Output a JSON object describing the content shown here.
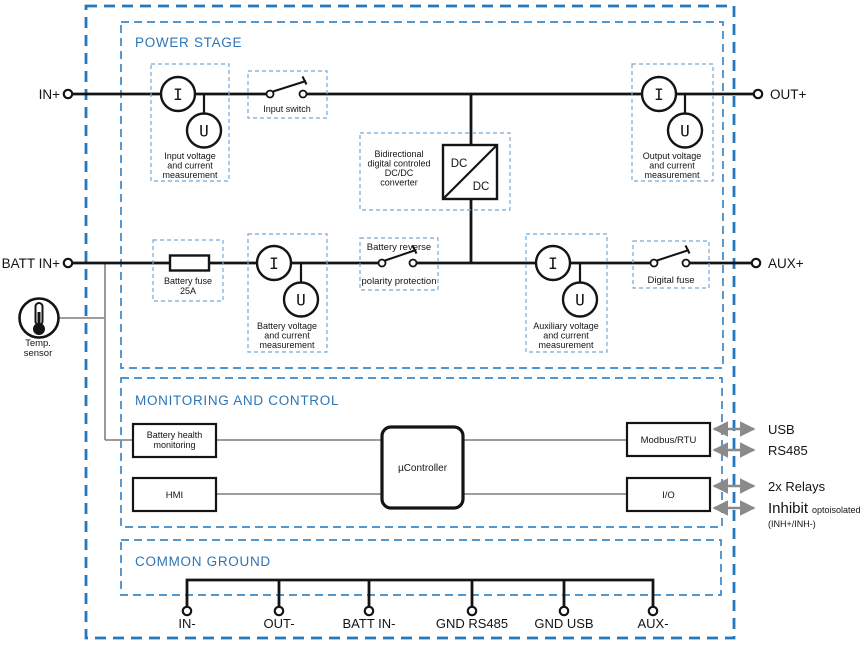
{
  "sections": {
    "power_stage": "POWER STAGE",
    "monitoring": "MONITORING AND CONTROL",
    "common_ground": "COMMON GROUND"
  },
  "terminals": {
    "in_plus": "IN+",
    "out_plus": "OUT+",
    "batt_in_plus": "BATT IN+",
    "aux_plus": "AUX+",
    "ground": [
      "IN-",
      "OUT-",
      "BATT IN-",
      "GND RS485",
      "GND USB",
      "AUX-"
    ]
  },
  "meters": {
    "current_symbol": "I",
    "voltage_symbol": "U",
    "input": [
      "Input voltage",
      "and current",
      "measurement"
    ],
    "output": [
      "Output voltage",
      "and current",
      "measurement"
    ],
    "battery": [
      "Battery voltage",
      "and current",
      "measurement"
    ],
    "auxiliary": [
      "Auxiliary voltage",
      "and current",
      "measurement"
    ]
  },
  "components": {
    "input_switch": "Input switch",
    "battery_fuse": [
      "Battery fuse",
      "25A"
    ],
    "reverse_protection": [
      "Battery reverse",
      "polarity protection"
    ],
    "digital_fuse": "Digital fuse",
    "dcdc": {
      "label": [
        "Bidirectional",
        "digital controled",
        "DC/DC",
        "converter"
      ],
      "dc_top": "DC",
      "dc_bottom": "DC"
    },
    "temp_sensor": [
      "Temp.",
      "sensor"
    ]
  },
  "monitoring_blocks": {
    "battery_health": [
      "Battery health",
      "monitoring"
    ],
    "hmi": "HMI",
    "ucontroller": "µController",
    "modbus": "Modbus/RTU",
    "io": "I/O"
  },
  "interfaces": {
    "usb": "USB",
    "rs485": "RS485",
    "relays": "2x Relays",
    "inhibit": "Inhibit",
    "inhibit_note": "optoisolated",
    "inhibit_pins": "(INH+/INH-)"
  },
  "colors": {
    "accent_blue": "#2e75b6",
    "outer_dash_blue": "#2478be",
    "section_dash_blue": "#3c87c8",
    "component_dash_blue": "#74a9d8",
    "line_black": "#141414",
    "gray": "#8f8f8f"
  }
}
